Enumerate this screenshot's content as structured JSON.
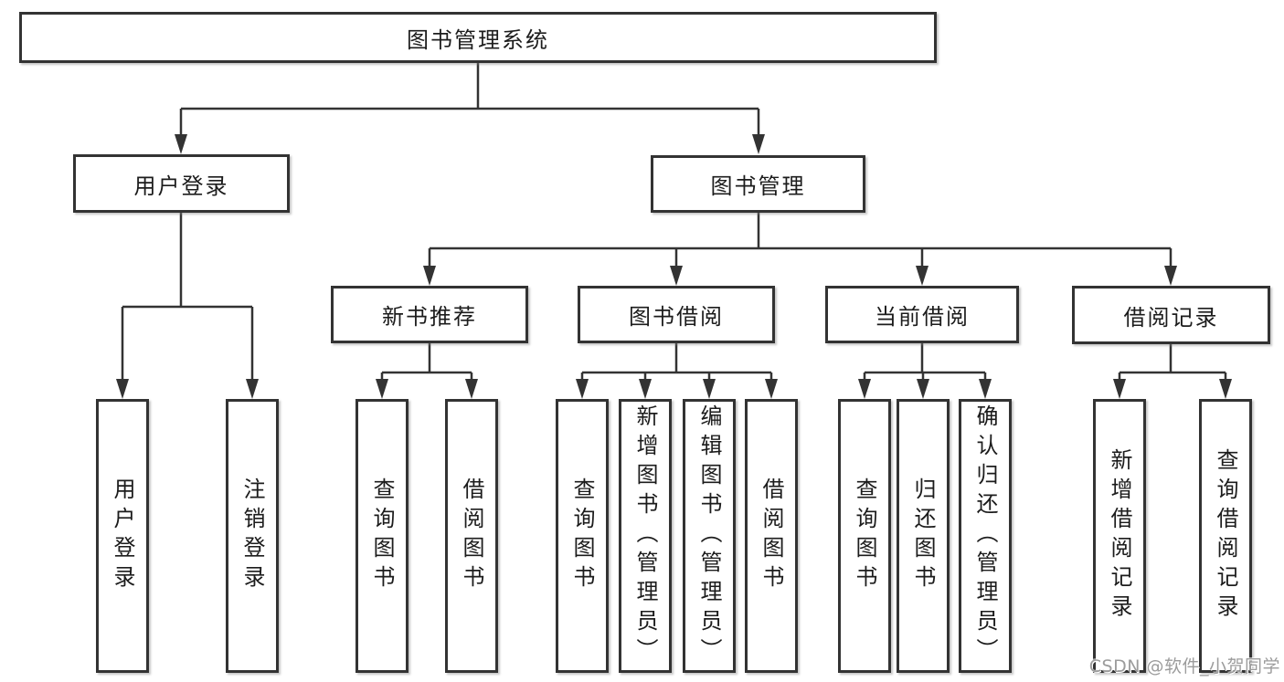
{
  "diagram": {
    "root": {
      "label": "图书管理系统"
    },
    "branches": [
      {
        "label": "用户登录",
        "children": [
          {
            "label": "用户登录"
          },
          {
            "label": "注销登录"
          }
        ]
      },
      {
        "label": "图书管理",
        "children": [
          {
            "label": "新书推荐",
            "children": [
              {
                "label": "查询图书"
              },
              {
                "label": "借阅图书"
              }
            ]
          },
          {
            "label": "图书借阅",
            "children": [
              {
                "label": "查询图书"
              },
              {
                "label": "新增图书（管理员）"
              },
              {
                "label": "编辑图书（管理员）"
              },
              {
                "label": "借阅图书"
              }
            ]
          },
          {
            "label": "当前借阅",
            "children": [
              {
                "label": "查询图书"
              },
              {
                "label": "归还图书"
              },
              {
                "label": "确认归还（管理员）"
              }
            ]
          },
          {
            "label": "借阅记录",
            "children": [
              {
                "label": "新增借阅记录"
              },
              {
                "label": "查询借阅记录"
              }
            ]
          }
        ]
      }
    ]
  },
  "colors": {
    "line": "#333333",
    "box_border": "#333333",
    "box_fill": "#ffffff",
    "background": "#ffffff",
    "watermark": "#9c9c9c"
  },
  "watermark": {
    "text": "CSDN @软件_小贺同学"
  }
}
